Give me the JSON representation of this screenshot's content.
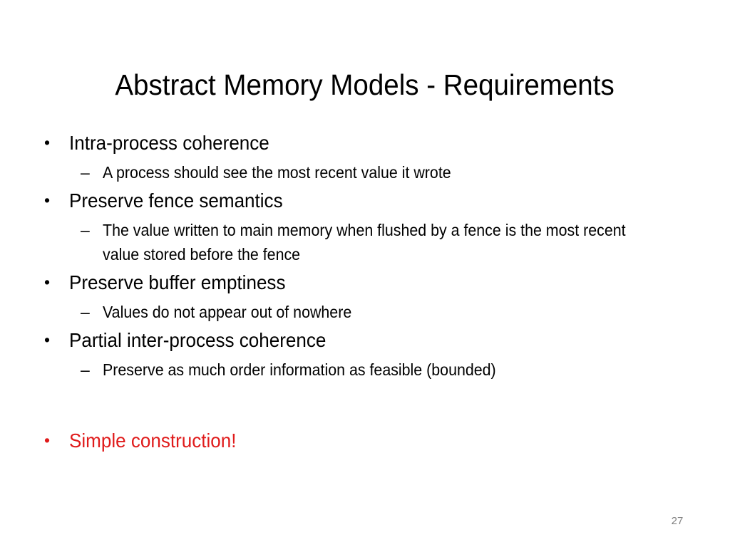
{
  "slide": {
    "title": "Abstract Memory Models - Requirements",
    "number": "27",
    "background_color": "#FFFFFF",
    "text_color": "#000000",
    "accent_color": "#E01B1B",
    "slide_number_color": "#808080",
    "bullet_marker": "•",
    "sub_bullet_marker": "–",
    "content": [
      {
        "level": 1,
        "text": "Intra-process coherence",
        "color": "#000000"
      },
      {
        "level": 2,
        "text": "A process should see the most recent value it wrote",
        "color": "#000000"
      },
      {
        "level": 1,
        "text": "Preserve fence semantics",
        "color": "#000000"
      },
      {
        "level": 2,
        "text": "The value written to main memory when flushed by a fence is the most recent value stored before the fence",
        "color": "#000000"
      },
      {
        "level": 1,
        "text": "Preserve buffer emptiness",
        "color": "#000000"
      },
      {
        "level": 2,
        "text": "Values do not appear out of nowhere",
        "color": "#000000"
      },
      {
        "level": 1,
        "text": "Partial inter-process coherence",
        "color": "#000000"
      },
      {
        "level": 2,
        "text": "Preserve as much order information as feasible (bounded)",
        "color": "#000000"
      },
      {
        "level": 1,
        "text": "Simple construction!",
        "color": "#E01B1B"
      }
    ]
  }
}
